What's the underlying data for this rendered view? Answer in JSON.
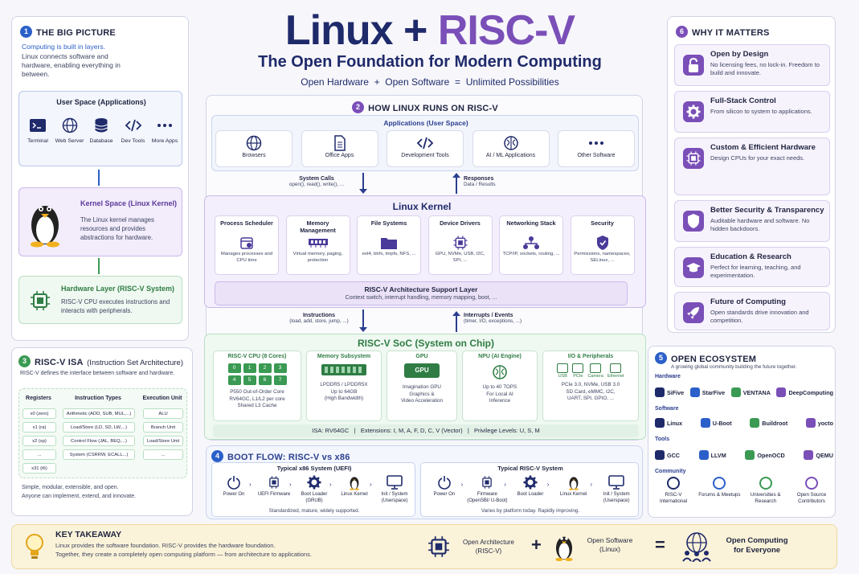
{
  "title": {
    "main_a": "Linux +",
    "main_b": "RISC-V",
    "subtitle": "The Open Foundation for Modern Computing",
    "tagline": "Open Hardware  +  Open Software  =  Unlimited Possibilities"
  },
  "colors": {
    "blue": "#2b5fc9",
    "purple": "#7a4fb8",
    "green": "#3a9a53",
    "navy": "#1f2a6b",
    "yellow_bg": "#fbf3d9"
  },
  "big_picture": {
    "num": "1",
    "title": "THE BIG PICTURE",
    "intro_blue": "Computing is built in layers.",
    "intro": "Linux connects software and hardware, enabling everything in between.",
    "user_space": {
      "title": "User Space (Applications)",
      "items": [
        {
          "icon": "terminal-icon",
          "label": "Terminal"
        },
        {
          "icon": "globe-icon",
          "label": "Web Server"
        },
        {
          "icon": "database-icon",
          "label": "Database"
        },
        {
          "icon": "code-icon",
          "label": "Dev Tools"
        },
        {
          "icon": "more-icon",
          "label": "More Apps"
        }
      ]
    },
    "kernel": {
      "title": "Kernel Space (Linux Kernel)",
      "desc": "The Linux kernel manages resources and provides abstractions for hardware."
    },
    "hardware": {
      "title": "Hardware Layer (RISC-V System)",
      "desc": "RISC-V CPU executes instructions and interacts with peripherals."
    }
  },
  "isa": {
    "num": "3",
    "title_a": "RISC-V ISA",
    "title_b": "(Instruction Set Architecture)",
    "desc": "RISC-V defines the interface between software and hardware.",
    "registers": {
      "title": "Registers",
      "items": [
        "x0 (zero)",
        "x1 (ra)",
        "x2 (sp)",
        "...",
        "x31 (t6)"
      ]
    },
    "instr": {
      "title": "Instruction Types",
      "items": [
        "Arithmetic (ADD, SUB, MUL,...)",
        "Load/Store (LD, SD, LW,...)",
        "Control Flow (JAL, BEQ,...)",
        "System (CSRRW, ECALL...)"
      ]
    },
    "exec": {
      "title": "Execution Unit",
      "items": [
        "ALU",
        "Branch Unit",
        "Load/Store Unit",
        "..."
      ]
    },
    "footer": "Simple, modular, extensible, and open.\nAnyone can implement, extend, and innovate."
  },
  "how": {
    "num": "2",
    "title": "HOW LINUX RUNS ON RISC-V",
    "apps_title": "Applications (User Space)",
    "apps": [
      {
        "icon": "globe-icon",
        "label": "Browsers"
      },
      {
        "icon": "document-icon",
        "label": "Office Apps"
      },
      {
        "icon": "code-icon",
        "label": "Development Tools"
      },
      {
        "icon": "brain-icon",
        "label": "AI / ML Applications"
      },
      {
        "icon": "more-icon",
        "label": "Other Software"
      }
    ],
    "syscalls": "System Calls",
    "syscalls_sub": "open(), read(), write(), ...",
    "responses": "Responses",
    "responses_sub": "Data / Results",
    "kernel_title": "Linux Kernel",
    "kernel_boxes": [
      {
        "title": "Process Scheduler",
        "icon": "scheduler-icon",
        "desc": "Manages processes and CPU time"
      },
      {
        "title": "Memory Management",
        "icon": "memory-icon",
        "desc": "Virtual memory, paging, protection"
      },
      {
        "title": "File Systems",
        "icon": "folder-icon",
        "desc": "ext4, btrfs, tmpfs, NFS, ..."
      },
      {
        "title": "Device Drivers",
        "icon": "chip-icon",
        "desc": "GPU, NVMe, USB, I2C, SPI, ..."
      },
      {
        "title": "Networking Stack",
        "icon": "network-icon",
        "desc": "TCP/IP, sockets, routing, ..."
      },
      {
        "title": "Security",
        "icon": "shield-icon",
        "desc": "Permissions, namespaces, SELinux, ..."
      }
    ],
    "arch_title": "RISC-V Architecture Support Layer",
    "arch_desc": "Context switch, interrupt handling, memory mapping, boot, ...",
    "instructions": "Instructions",
    "instructions_sub": "(load, add, store, jump, ...)",
    "interrupts": "Interrupts / Events",
    "interrupts_sub": "(timer, I/O, exceptions, ...)",
    "soc_title": "RISC-V SoC (System on Chip)",
    "cpu": {
      "title": "RISC-V CPU (8 Cores)",
      "cores": [
        "0",
        "1",
        "2",
        "3",
        "4",
        "5",
        "6",
        "7"
      ],
      "desc": "P550 Out-of-Order Core\nRV64GC, L1/L2 per core\nShared L3 Cache"
    },
    "memory": {
      "title": "Memory Subsystem",
      "desc": "LPDDR5 / LPDDR5X\nUp to 64GB\n(High Bandwidth)"
    },
    "gpu": {
      "title": "GPU",
      "chip": "GPU",
      "desc": "Imagination GPU\nGraphics &\nVideo Acceleration"
    },
    "npu": {
      "title": "NPU (AI Engine)",
      "desc": "Up to 40 TOPS\nFor Local AI\nInference"
    },
    "io": {
      "title": "I/O & Peripherals",
      "items": [
        "USB",
        "PCIe",
        "Camera",
        "Ethernet"
      ],
      "desc": "PCIe 3.0, NVMe, USB 3.0\nSD Card, eMMC, I2C,\nUART, SPI, GPIO, ..."
    },
    "isa_line": "ISA: RV64GC   |   Extensions: I, M, A, F, D, C, V (Vector)   |   Privilege Levels: U, S, M"
  },
  "boot": {
    "num": "4",
    "title": "BOOT FLOW: RISC-V vs x86",
    "x86": {
      "title": "Typical x86 System (UEFI)",
      "steps": [
        {
          "icon": "power-icon",
          "label": "Power On"
        },
        {
          "icon": "firmware-chip-icon",
          "label": "UEFI Firmware"
        },
        {
          "icon": "gear-icon",
          "label": "Boot Loader (GRUB)"
        },
        {
          "icon": "penguin-icon",
          "label": "Linux Kernel"
        },
        {
          "icon": "monitor-icon",
          "label": "Init / System (Userspace)"
        }
      ],
      "note": "Standardized, mature, widely supported."
    },
    "riscv": {
      "title": "Typical RISC-V System",
      "steps": [
        {
          "icon": "power-icon",
          "label": "Power On"
        },
        {
          "icon": "firmware-chip-icon",
          "label": "Firmware (OpenSBI/ U-Boot)"
        },
        {
          "icon": "gear-icon",
          "label": "Boot Loader"
        },
        {
          "icon": "penguin-icon",
          "label": "Linux Kernel"
        },
        {
          "icon": "monitor-icon",
          "label": "Init / System (Userspace)"
        }
      ],
      "note": "Varies by platform today. Rapidly improving."
    }
  },
  "why": {
    "num": "6",
    "title": "WHY IT MATTERS",
    "cards": [
      {
        "icon": "lock-icon",
        "title": "Open by Design",
        "desc": "No licensing fees, no lock-in. Freedom to build and innovate."
      },
      {
        "icon": "gear-icon",
        "title": "Full-Stack Control",
        "desc": "From silicon to system to applications."
      },
      {
        "icon": "chip-icon",
        "title": "Custom & Efficient Hardware",
        "desc": "Design CPUs for your exact needs."
      },
      {
        "icon": "shield-icon",
        "title": "Better Security & Transparency",
        "desc": "Auditable hardware and software. No hidden backdoors."
      },
      {
        "icon": "graduation-cap-icon",
        "title": "Education & Research",
        "desc": "Perfect for learning, teaching, and experimentation."
      },
      {
        "icon": "rocket-icon",
        "title": "Future of Computing",
        "desc": "Open standards drive innovation and competition."
      }
    ]
  },
  "ecosystem": {
    "num": "5",
    "title": "OPEN ECOSYSTEM",
    "desc": "A growing global community building the future together.",
    "hardware_label": "Hardware",
    "hardware": [
      "SiFive",
      "StarFive",
      "VENTANA",
      "DeepComputing"
    ],
    "software_label": "Software",
    "software": [
      "Linux",
      "U-Boot",
      "Buildroot",
      "yocto"
    ],
    "tools_label": "Tools",
    "tools": [
      "GCC",
      "LLVM",
      "OpenOCD",
      "QEMU"
    ],
    "community_label": "Community",
    "community": [
      "RISC-V International",
      "Forums & Meetups",
      "Universities & Research",
      "Open Source Contributors"
    ]
  },
  "takeaway": {
    "title": "KEY TAKEAWAY",
    "line1": "Linux provides the software foundation. RISC-V provides the hardware foundation.",
    "line2": "Together, they create a completely open computing platform — from architecture to applications.",
    "a": "Open Architecture\n(RISC-V)",
    "plus": "+",
    "b": "Open Software\n(Linux)",
    "eq": "=",
    "c": "Open Computing\nfor Everyone"
  }
}
